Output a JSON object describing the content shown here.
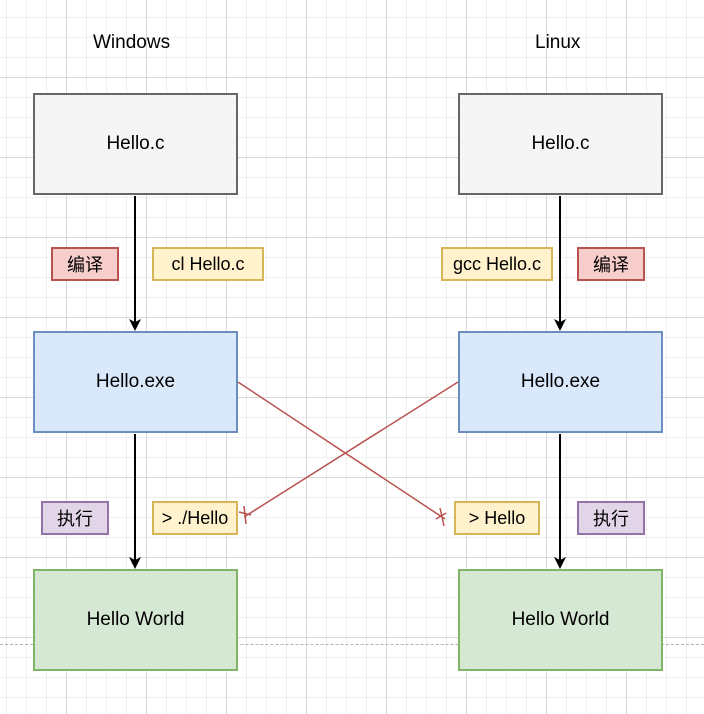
{
  "columns": {
    "windows": {
      "heading": "Windows",
      "source_label": "Hello.c",
      "executable_label": "Hello.exe",
      "output_label": "Hello World",
      "compile_tag": "编译",
      "compile_command": "cl Hello.c",
      "run_tag": "执行",
      "run_command": "> ./Hello"
    },
    "linux": {
      "heading": "Linux",
      "source_label": "Hello.c",
      "executable_label": "Hello.exe",
      "output_label": "Hello World",
      "compile_tag": "编译",
      "compile_command": "gcc Hello.c",
      "run_tag": "执行",
      "run_command": "> Hello"
    }
  },
  "colors": {
    "arrow": "#000000",
    "cross_link": "#b85450",
    "source_fill": "#f5f5f5",
    "executable_fill": "#dae8fc",
    "output_fill": "#d5e8d4",
    "tag_red": "#f8cecc",
    "tag_yellow": "#fff2cc",
    "tag_purple": "#e1d5e7"
  }
}
